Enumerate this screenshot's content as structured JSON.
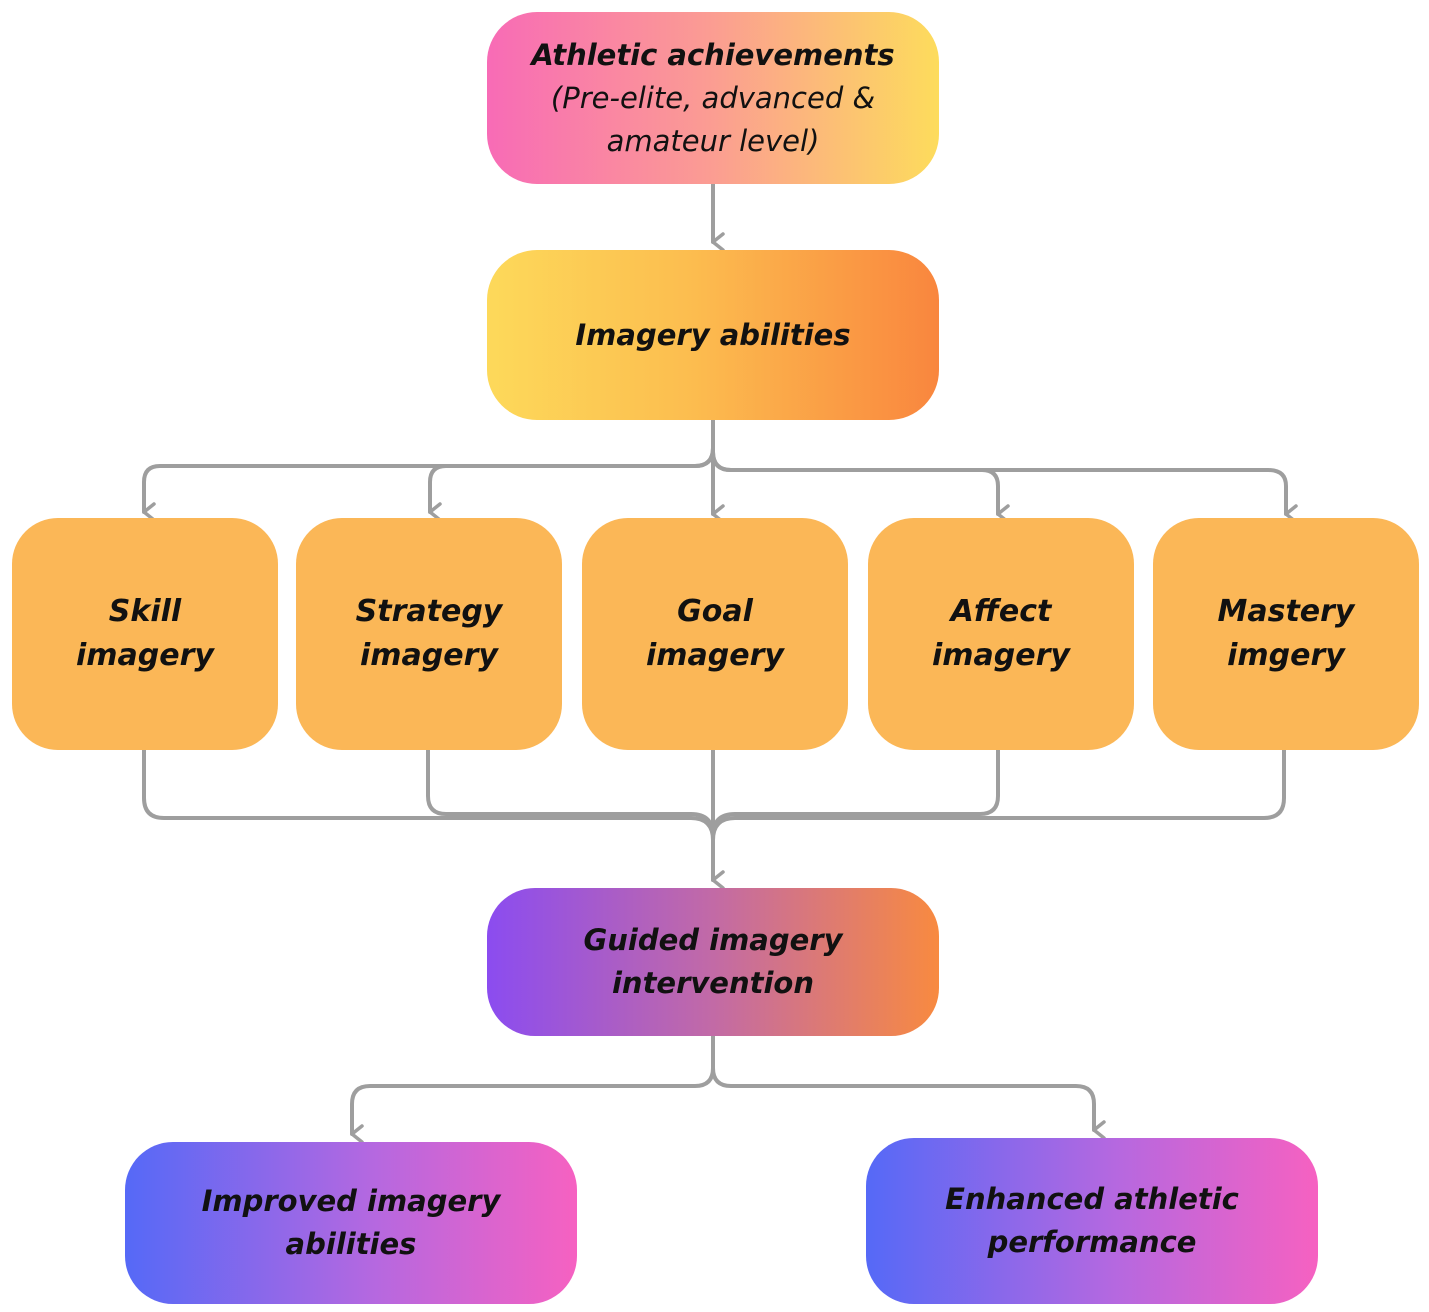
{
  "diagram": {
    "connector_color": "#9e9e9e",
    "nodes": {
      "athletic_achievements": {
        "title": "Athletic achievements",
        "line2": "(Pre-elite, advanced &",
        "line3": "amateur level)"
      },
      "imagery_abilities": {
        "label": "Imagery abilities"
      },
      "imagery_types": [
        {
          "line1": "Skill",
          "line2": "imagery"
        },
        {
          "line1": "Strategy",
          "line2": "imagery"
        },
        {
          "line1": "Goal",
          "line2": "imagery"
        },
        {
          "line1": "Affect",
          "line2": "imagery"
        },
        {
          "line1": "Mastery",
          "line2": "imgery"
        }
      ],
      "guided_intervention": {
        "line1": "Guided imagery",
        "line2": "intervention"
      },
      "improved_abilities": {
        "label": "Improved imagery abilities"
      },
      "enhanced_performance": {
        "line1": "Enhanced athletic",
        "line2": "performance"
      }
    }
  }
}
